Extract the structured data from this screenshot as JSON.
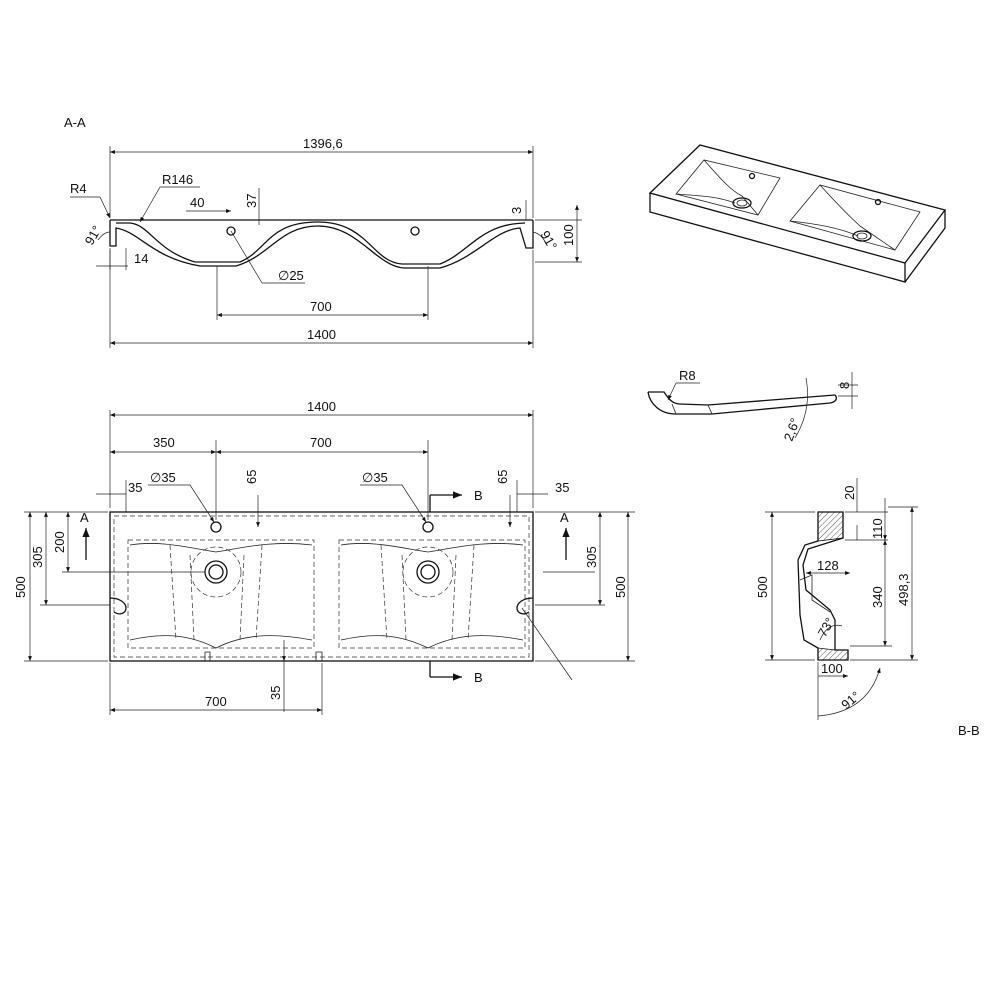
{
  "section_aa": {
    "title": "A-A",
    "overall_top": "1396,6",
    "overall_bottom": "1400",
    "spacing": "700",
    "r_top": "R4",
    "r_bowl": "R146",
    "d40": "40",
    "d37": "37",
    "d3": "3",
    "d100": "100",
    "d14": "14",
    "hole": "∅25",
    "angle_left": "91°",
    "angle_right": "91°"
  },
  "plan": {
    "width": "1400",
    "d350": "350",
    "d700_top": "700",
    "tap_left": "∅35",
    "tap_right": "∅35",
    "d35_left": "35",
    "d65_left": "65",
    "d65_right": "65",
    "d35_right": "35",
    "section_b_top": "B",
    "section_b_bottom": "B",
    "section_a_left": "A",
    "section_a_right": "A",
    "d500_left": "500",
    "d305_left": "305",
    "d200": "200",
    "d305_right": "305",
    "d500_right": "500",
    "d700_bottom": "700",
    "d35_bottom": "35"
  },
  "detail": {
    "r8": "R8",
    "d8": "8",
    "angle": "2,6°"
  },
  "section_bb": {
    "title": "B-B",
    "d20": "20",
    "d110": "110",
    "d128": "128",
    "d340": "340",
    "d498": "498,3",
    "d500": "500",
    "d100": "100",
    "angle73": "73°",
    "angle91": "91°"
  }
}
